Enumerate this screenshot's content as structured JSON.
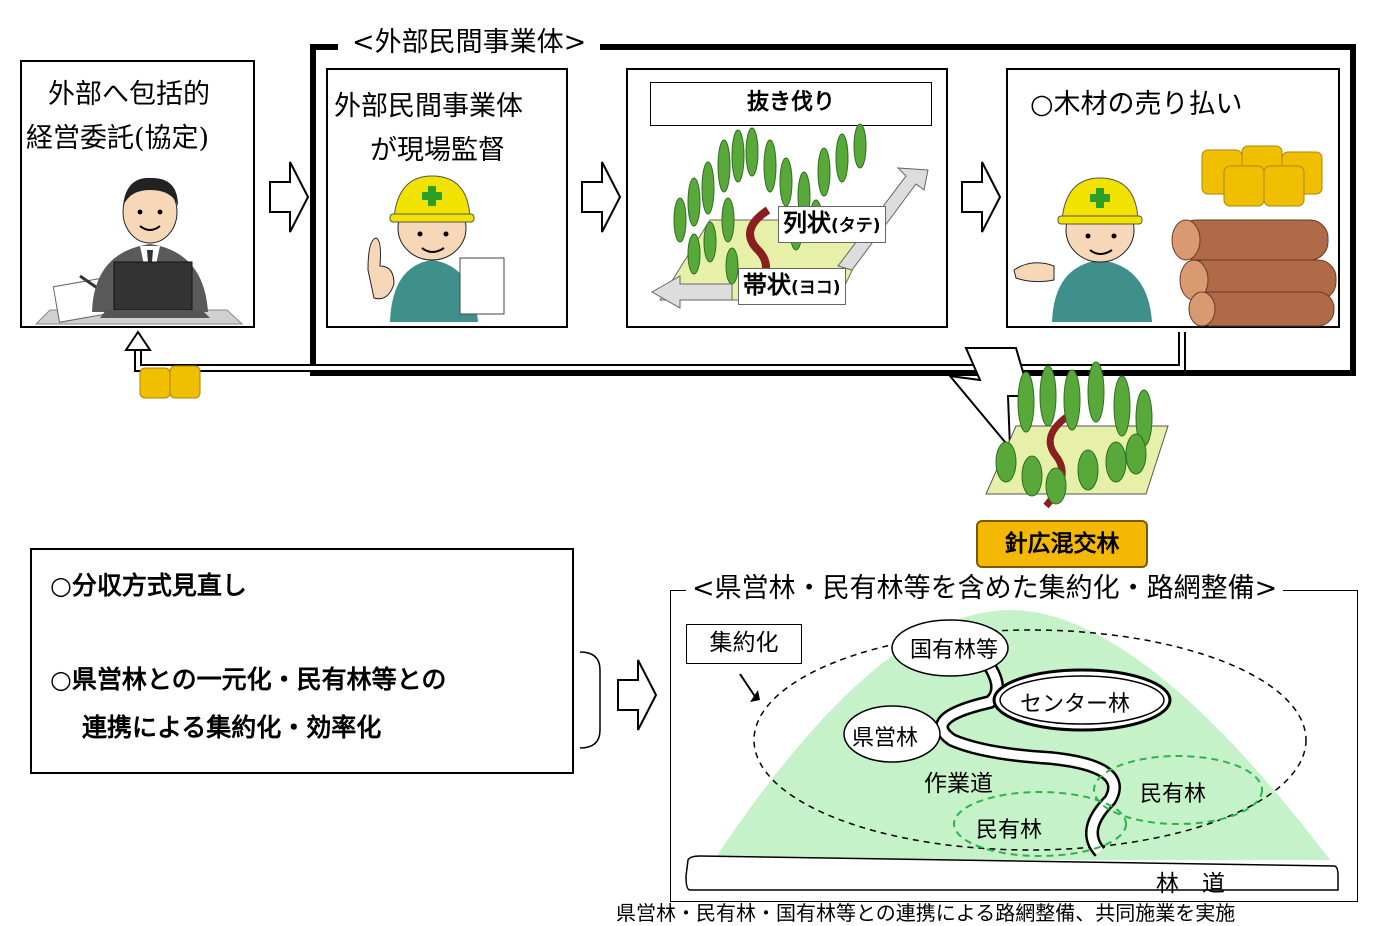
{
  "outsource": {
    "line1": "外部へ包括的",
    "line2": "経営委託(協定)"
  },
  "private_group": {
    "title": "<外部民間事業体>",
    "supervise_line1": "外部民間事業体",
    "supervise_line2": "が現場監督",
    "thinning_title": "抜き伐り",
    "row_label": "列状",
    "row_sub": "(タテ)",
    "strip_label": "帯状",
    "strip_sub": "(ヨコ)",
    "sale": "○木材の売り払い"
  },
  "mixed_forest_label": "針広混交林",
  "review_box": {
    "item1": "○分収方式見直し",
    "item2_line1": "○県営林との一元化・民有林等との",
    "item2_line2": "連携による集約化・効率化"
  },
  "network": {
    "title": "<県営林・民有林等を含めた集約化・路網整備>",
    "aggregation": "集約化",
    "national_forest": "国有林等",
    "center_forest": "センター林",
    "prefectural_forest": "県営林",
    "work_road": "作業道",
    "private_forest_1": "民有林",
    "private_forest_2": "民有林",
    "forest_road": "林　道",
    "caption": "県営林・民有林・国有林等との連携による路網整備、共同施業を実施"
  },
  "colors": {
    "helmet": "#f2e200",
    "cross": "#2aa02a",
    "uniform": "#3f8f8a",
    "tree": "#58a83a",
    "coin": "#f0c000",
    "log": "#b06a48",
    "mountain": "#c6f2c9",
    "label_bg": "#f5b800",
    "private_dash": "#2db34a"
  }
}
